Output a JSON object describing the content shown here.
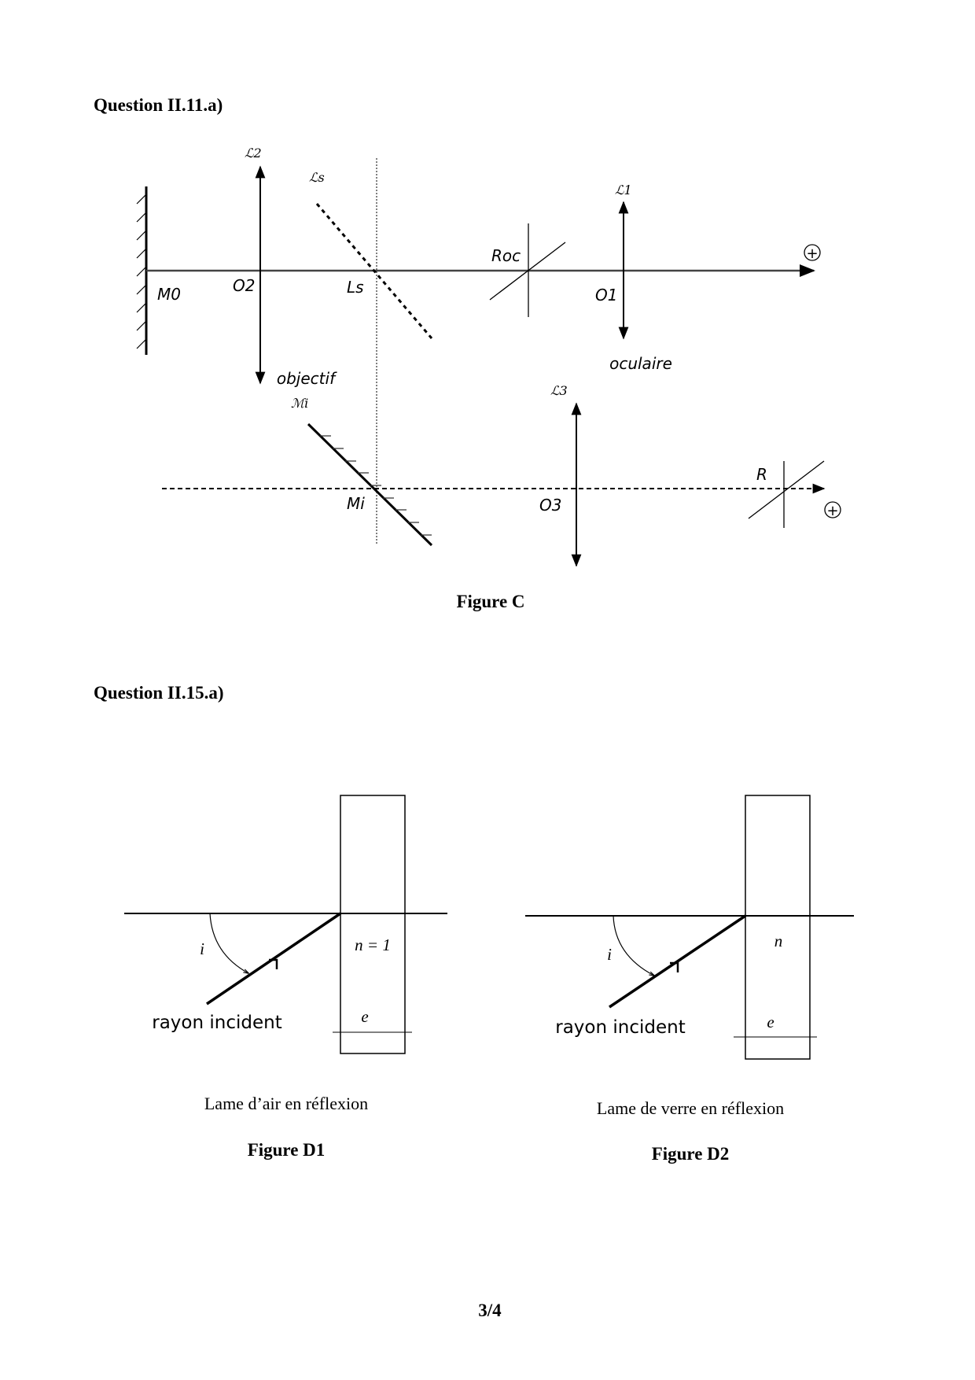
{
  "sections": [
    {
      "title": "Question II.11.a)"
    },
    {
      "title": "Question II.15.a)"
    }
  ],
  "figure_c": {
    "caption": "Figure C",
    "labels": {
      "L2": "ℒ2",
      "Ls_script": "ℒs",
      "L1": "ℒ1",
      "L3": "ℒ3",
      "Mi_script": "ℳi",
      "M0": "M0",
      "O2": "O2",
      "Ls": "Ls",
      "Roc": "Roc",
      "O1": "O1",
      "objectif": "objectif",
      "oculaire": "oculaire",
      "Mi": "Mi",
      "O3": "O3",
      "R": "R",
      "plus": "+"
    }
  },
  "figure_d1": {
    "caption": "Figure D1",
    "subtitle": "Lame d’air en réflexion",
    "angle": "i",
    "index": "n = 1",
    "thickness": "e",
    "ray": "rayon incident"
  },
  "figure_d2": {
    "caption": "Figure D2",
    "subtitle": "Lame de verre en réflexion",
    "angle": "i",
    "index": "n",
    "thickness": "e",
    "ray": "rayon incident"
  },
  "page_number": "3/4"
}
